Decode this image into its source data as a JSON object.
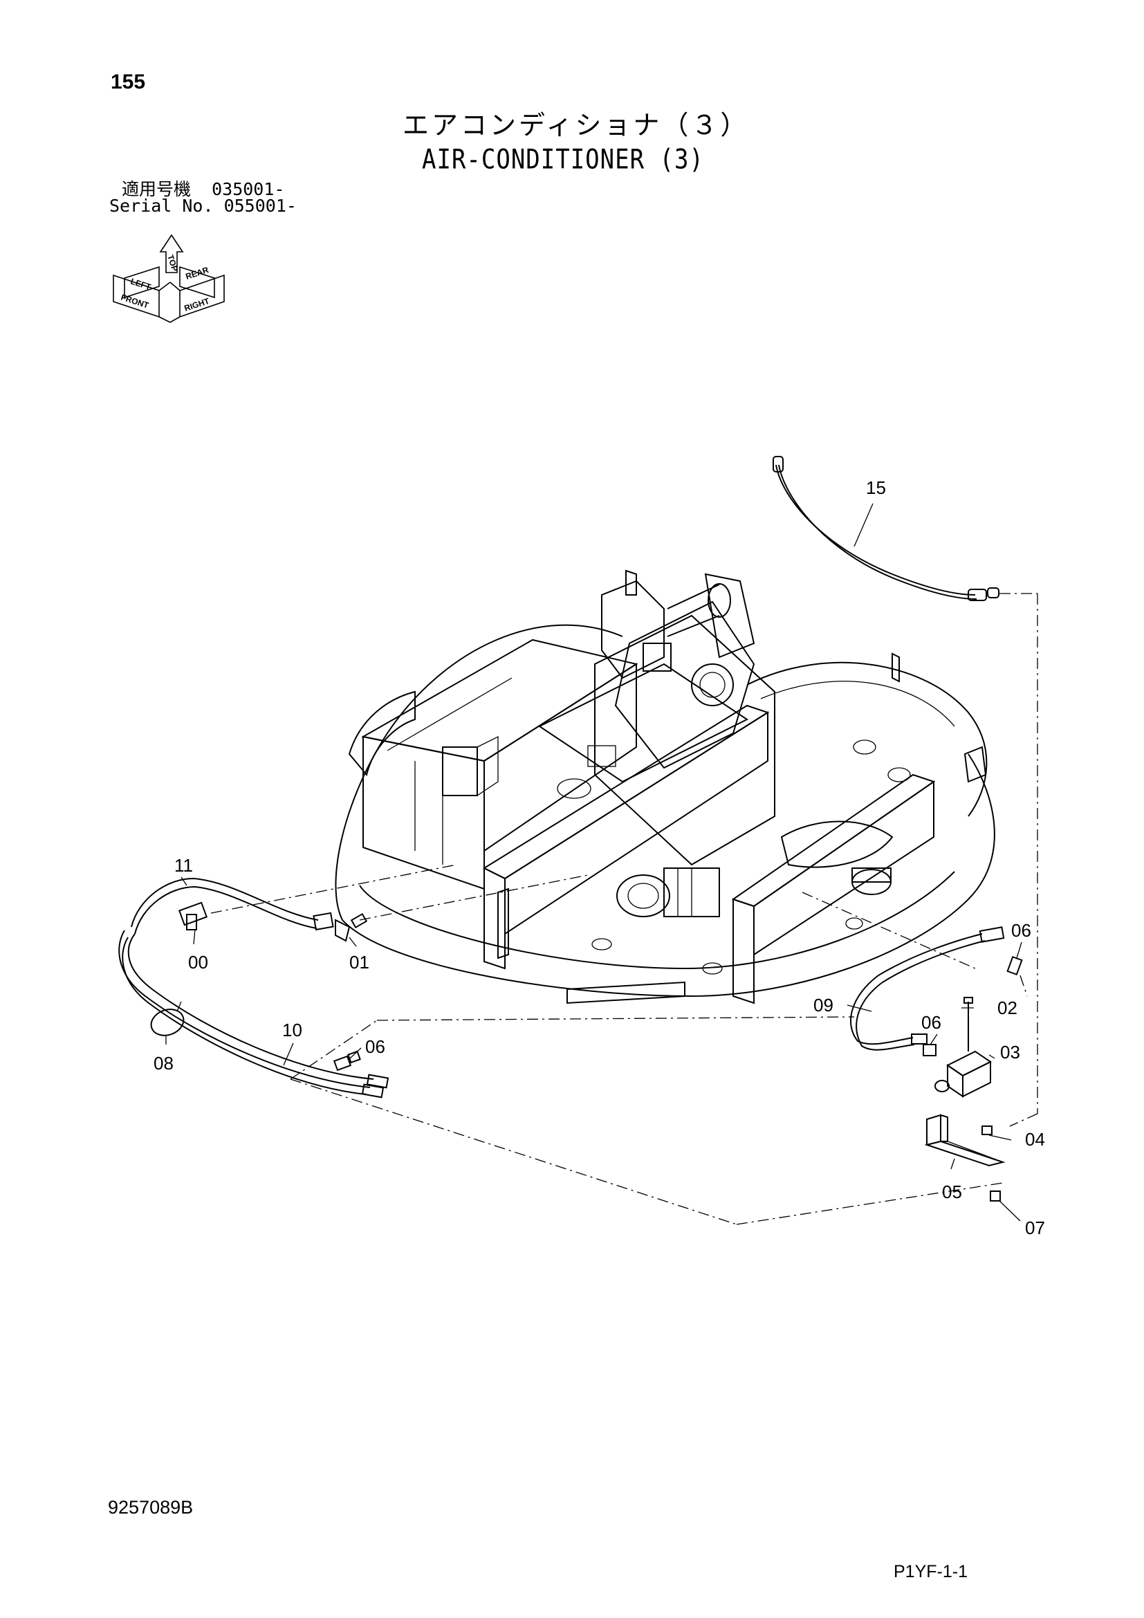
{
  "header": {
    "page_number": "155",
    "title_jp": "エアコンディショナ（３）",
    "title_en": "AIR-CONDITIONER (3)",
    "serial_jp": "適用号機  035001-",
    "serial_en": "Serial No. 055001-"
  },
  "orientation_symbol": {
    "labels": [
      "FRONT",
      "RIGHT",
      "TOP",
      "LEFT",
      "REAR"
    ]
  },
  "callouts": [
    {
      "id": "c00",
      "label": "00"
    },
    {
      "id": "c01",
      "label": "01"
    },
    {
      "id": "c02",
      "label": "02"
    },
    {
      "id": "c03",
      "label": "03"
    },
    {
      "id": "c04",
      "label": "04"
    },
    {
      "id": "c05",
      "label": "05"
    },
    {
      "id": "c06a",
      "label": "06"
    },
    {
      "id": "c06b",
      "label": "06"
    },
    {
      "id": "c06c",
      "label": "06"
    },
    {
      "id": "c07",
      "label": "07"
    },
    {
      "id": "c08",
      "label": "08"
    },
    {
      "id": "c09",
      "label": "09"
    },
    {
      "id": "c10",
      "label": "10"
    },
    {
      "id": "c11",
      "label": "11"
    },
    {
      "id": "c15",
      "label": "15"
    }
  ],
  "footer": {
    "drawing_code": "9257089B",
    "page_code": "P1YF-1-1"
  }
}
